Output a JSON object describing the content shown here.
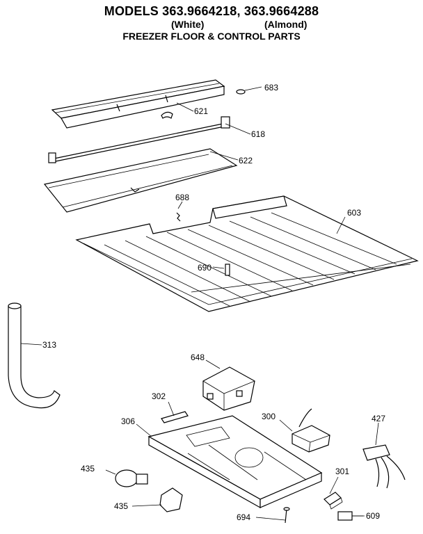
{
  "header": {
    "models_line": "MODELS 363.9664218, 363.9664288",
    "color_white": "(White)",
    "color_almond": "(Almond)",
    "subtitle": "FREEZER FLOOR & CONTROL PARTS"
  },
  "callouts": {
    "p683": "683",
    "p621": "621",
    "p618": "618",
    "p622": "622",
    "p688": "688",
    "p603": "603",
    "p690": "690",
    "p313": "313",
    "p648": "648",
    "p302": "302",
    "p306": "306",
    "p300": "300",
    "p427": "427",
    "p435a": "435",
    "p435b": "435",
    "p301": "301",
    "p694": "694",
    "p609": "609"
  }
}
